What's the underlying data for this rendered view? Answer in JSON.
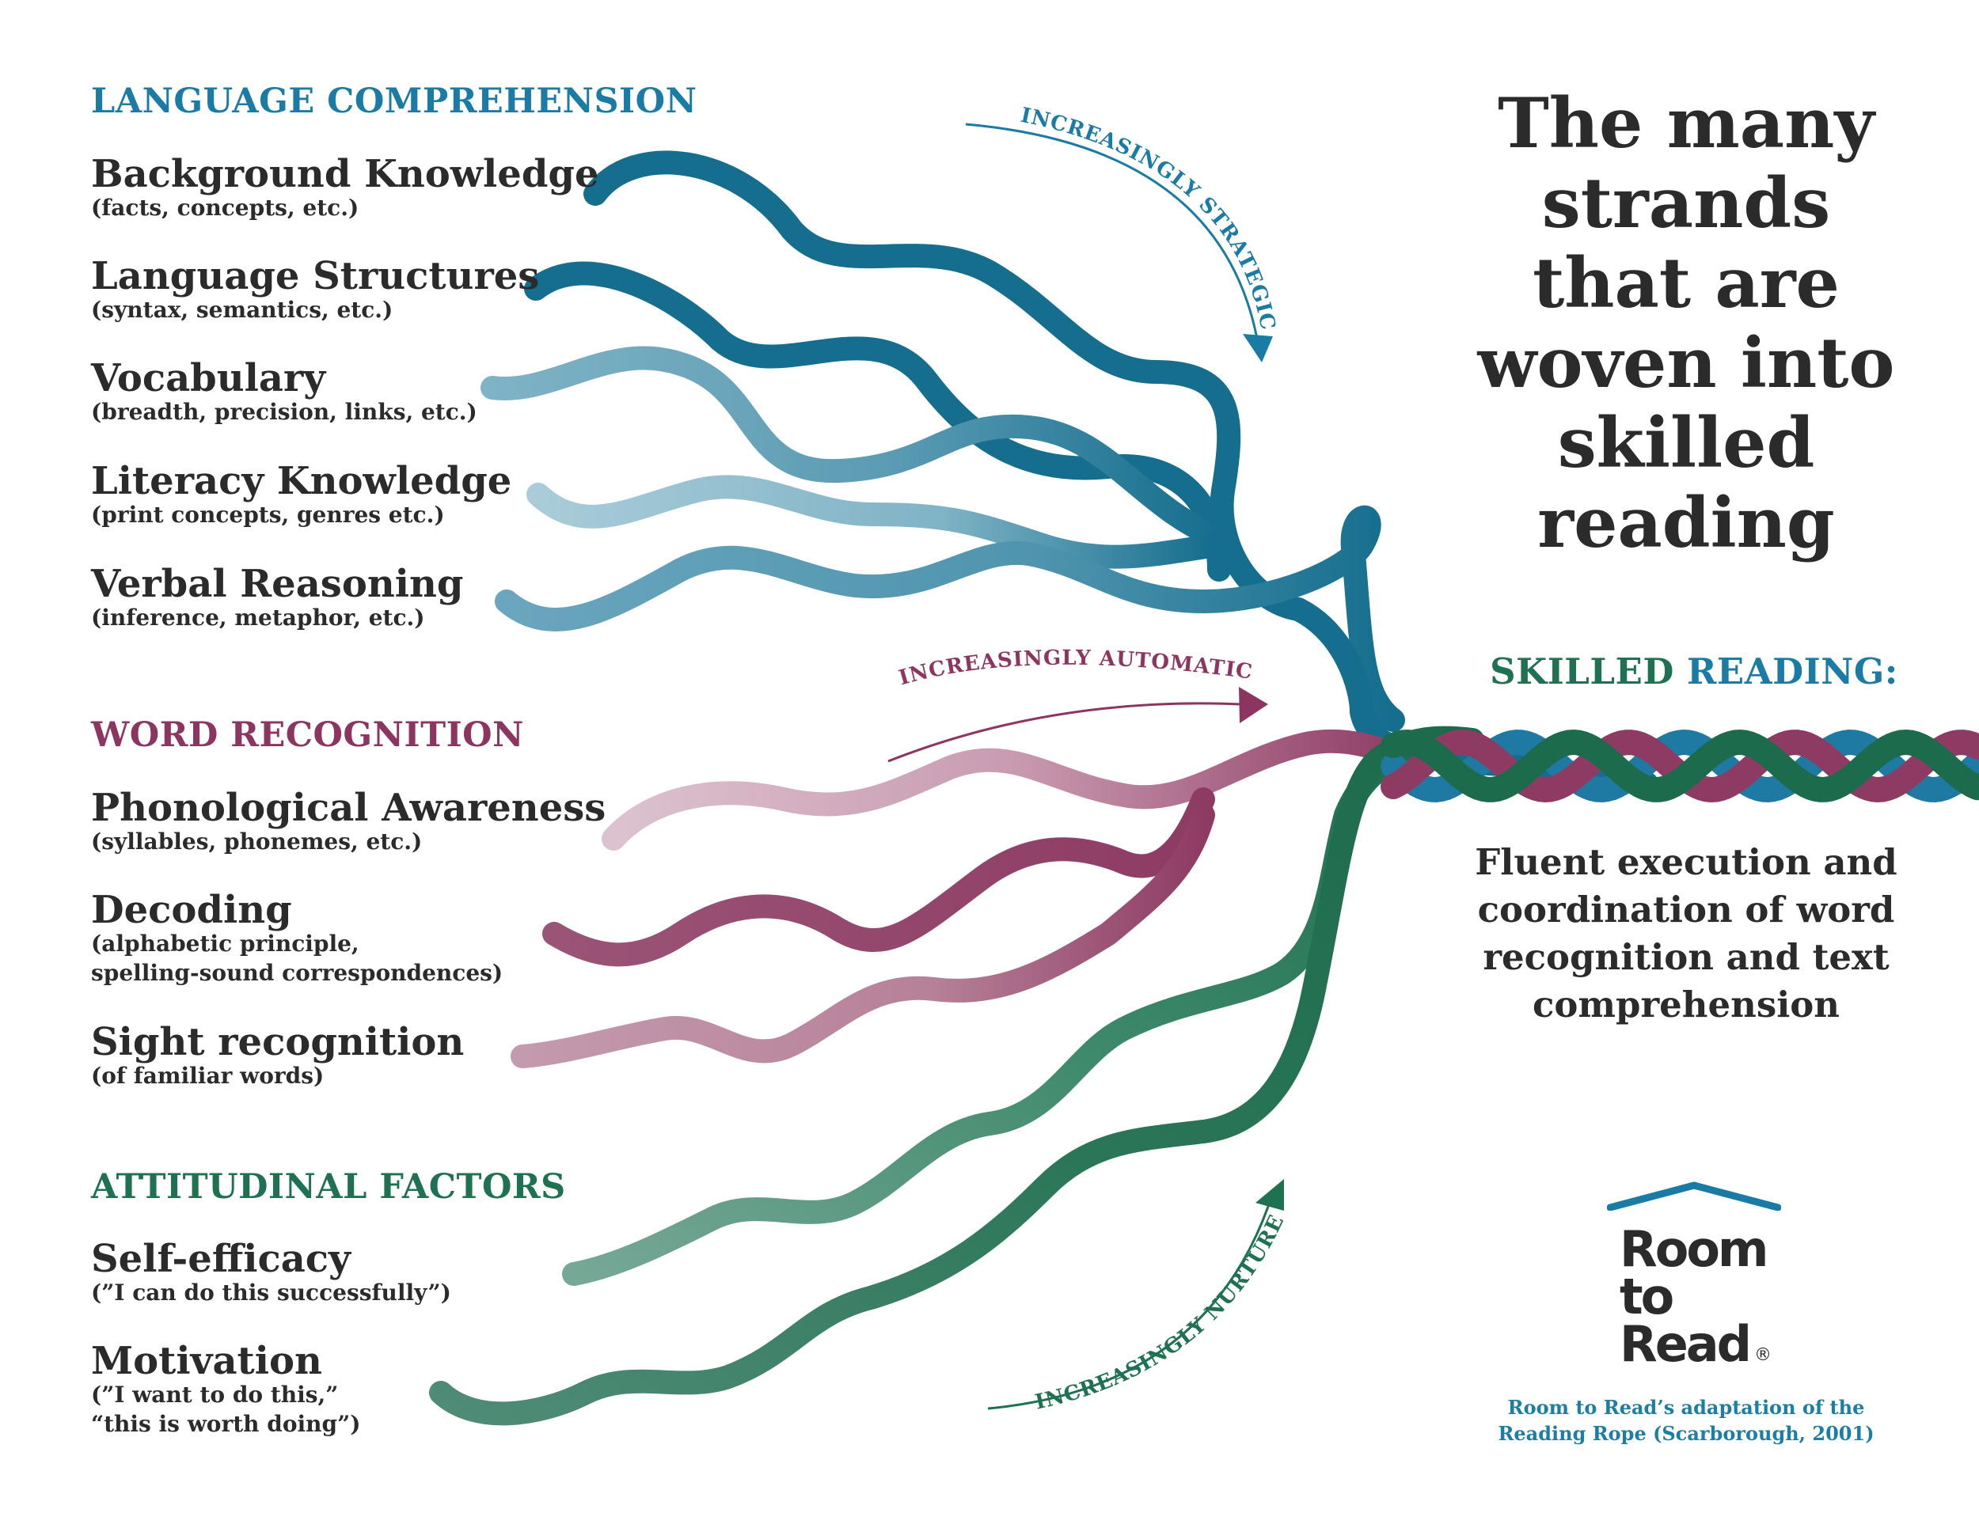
{
  "colors": {
    "language": "#1a7ba4",
    "word": "#8c3560",
    "attitude": "#1e7151",
    "text": "#2b2b2b",
    "strand_language": "#156e8e",
    "strand_word": "#8e3b63",
    "strand_attitude": "#1c6b4c"
  },
  "categories": [
    {
      "heading": "LANGUAGE COMPREHENSION",
      "items": [
        {
          "title": "Background Knowledge",
          "subtitle": "(facts, concepts, etc.)"
        },
        {
          "title": "Language Structures",
          "subtitle": "(syntax, semantics, etc.)"
        },
        {
          "title": "Vocabulary",
          "subtitle": "(breadth, precision, links, etc.)"
        },
        {
          "title": "Literacy Knowledge",
          "subtitle": "(print concepts, genres etc.)"
        },
        {
          "title": "Verbal Reasoning",
          "subtitle": "(inference, metaphor, etc.)"
        }
      ]
    },
    {
      "heading": "WORD RECOGNITION",
      "items": [
        {
          "title": "Phonological Awareness",
          "subtitle": "(syllables, phonemes, etc.)"
        },
        {
          "title": "Decoding",
          "subtitle": "(alphabetic principle,",
          "subtitle2": "spelling-sound correspondences)"
        },
        {
          "title": "Sight recognition",
          "subtitle": "(of familiar words)"
        }
      ]
    },
    {
      "heading": "ATTITUDINAL FACTORS",
      "items": [
        {
          "title": "Self-efficacy",
          "subtitle": "(”I can do this successfully”)"
        },
        {
          "title": "Motivation",
          "subtitle": "(”I want to do this,”",
          "subtitle2": "“this is worth doing”)"
        }
      ]
    }
  ],
  "arrows": {
    "strategic": "INCREASINGLY STRATEGIC",
    "automatic": "INCREASINGLY AUTOMATIC",
    "nurtured": "INCREASINGLY NURTURED"
  },
  "title_lines": [
    "The many",
    "strands",
    "that are",
    "woven into",
    "skilled",
    "reading"
  ],
  "skilled_reading": {
    "part1": "SKILLED ",
    "part2": "READING:",
    "description_lines": [
      "Fluent execution and",
      "coordination of word",
      "recognition and text",
      "comprehension"
    ]
  },
  "logo": {
    "lines": [
      "Room",
      "to",
      "Read"
    ],
    "mark": "®",
    "icon": "roof-icon"
  },
  "caption_lines": [
    "Room to Read’s adaptation of the",
    "Reading Rope (Scarborough, 2001)"
  ]
}
